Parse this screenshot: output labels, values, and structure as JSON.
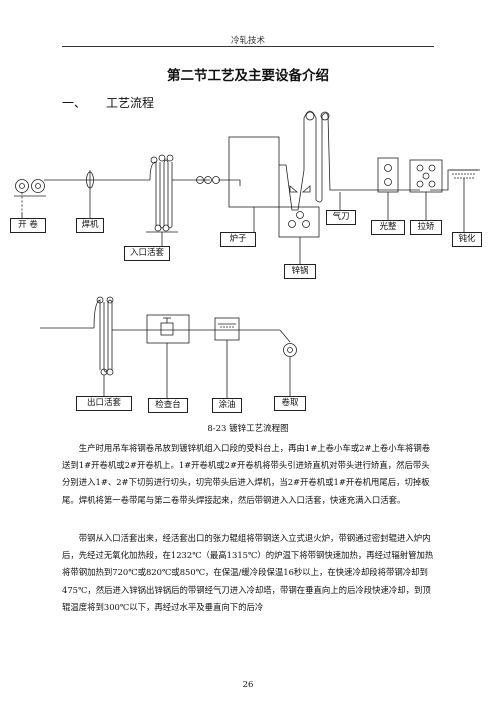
{
  "header": {
    "text": "冷轧技术"
  },
  "title": "第二节工艺及主要设备介绍",
  "section": {
    "number": "一、",
    "title": "工艺流程"
  },
  "diagram1": {
    "labels": {
      "uncoiler": "开  卷",
      "welder": "焊机",
      "entry_looper": "入口活套",
      "furnace": "炉子",
      "zinc_pot": "锌锅",
      "air_knife": "气刀",
      "skin_pass": "光整",
      "tension_leveler": "拉矫",
      "passivation": "钝化"
    }
  },
  "diagram2": {
    "labels": {
      "exit_looper": "出口活套",
      "inspection": "检查台",
      "oiling": "涂油",
      "coiling": "卷取"
    }
  },
  "caption": "8-23 镀锌工艺流程图",
  "paragraphs": [
    "生产时用吊车将钢卷吊放到镀锌机组入口段的受料台上，再由1#上卷小车或2#上卷小车将钢卷送到1#开卷机或2#开卷机上。1#开卷机或2#开卷机将带头引进矫直机对带头进行矫直，然后带头分别进入1#、2#下切剪进行切头，切完带头后进入焊机，当2#开卷机或1#开卷机甩尾后，切掉板尾。焊机将第一卷带尾与第二卷带头焊接起来，然后带钢进入入口活套，快速充满入口活套。",
    "带钢从入口活套出来，经活套出口的张力辊组将带钢送入立式退火炉，带钢通过密封辊进入炉内后，先经过无氧化加热段，在1232℃（最高1315℃）的炉温下将带钢快速加热，再经过辐射管加热将带钢加热到720℃或820℃或850℃，在保温/缓冷段保温16秒以上，在快速冷却段将带钢冷却到475℃，然后进入锌锅出锌锅后的带钢经气刀进入冷却塔，带钢在垂直向上的后冷段快速冷却，到顶辊温度将到300℃以下，再经过水平及垂直向下的后冷"
  ],
  "page_number": "26"
}
